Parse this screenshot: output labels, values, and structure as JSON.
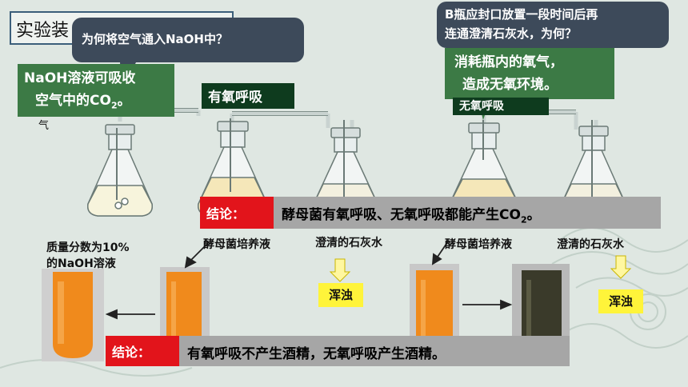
{
  "slide": {
    "title": "实验装",
    "q_air": "为何将空气通入NaOH中？",
    "q_bottle_line1": "B瓶应封口放置一段时间后再",
    "q_bottle_line2": "连通澄清石灰水，为何？",
    "a_naoh_line1": "NaOH溶液可吸收",
    "a_naoh_line2": "空气中的CO",
    "a_naoh_sub": "2",
    "a_naoh_end": "。",
    "a_oxygen_line1": "消耗瓶内的氧气，",
    "a_oxygen_line2": "造成无氧环境。",
    "label_aerobic": "有氧呼吸",
    "label_anaerobic": "无氧呼吸",
    "air_char": "气",
    "conclusion_tag": "结论：",
    "conclusion_co2": "酵母菌有氧呼吸、无氧呼吸都能产生CO",
    "conclusion_co2_sub": "2",
    "conclusion_co2_end": "。",
    "cap_naoh_line1": "质量分数为10%",
    "cap_naoh_line2": "的NaOH溶液",
    "cap_yeast_1": "酵母菌培养液",
    "cap_lime_1": "澄清的石灰水",
    "cap_yeast_2": "酵母菌培养液",
    "cap_lime_2": "澄清的石灰水",
    "turbid_1": "浑浊",
    "turbid_2": "浑浊",
    "conclusion_alcohol": "有氧呼吸不产生酒精，无氧呼吸产生酒精。"
  },
  "colors": {
    "bubble": "#3d4a5a",
    "green_box": "#3c7a45",
    "dark_label": "#0e3b1e",
    "conclusion_red": "#e2141b",
    "band_gray": "#a6a6a6",
    "turbid_yellow": "#fff43a",
    "orange_liquid": "#f08a1c",
    "dark_liquid": "#3a3a2a"
  }
}
